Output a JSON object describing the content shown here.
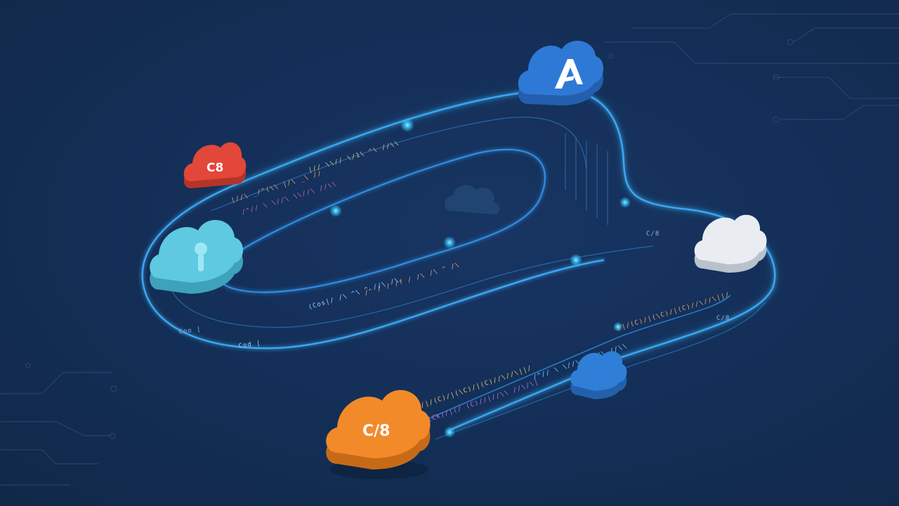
{
  "scene": {
    "background": "#132a4d",
    "track_color": "#2f8ee0",
    "glow_color": "#37c8ff"
  },
  "clouds": [
    {
      "id": "cloud-red",
      "label": "C8",
      "color": "#e2473a",
      "shade": "#b63328"
    },
    {
      "id": "cloud-blue-top",
      "label": "",
      "icon": "a-logo-icon",
      "color": "#2f79d6",
      "shade": "#235fae"
    },
    {
      "id": "cloud-cyan",
      "label": "",
      "icon": "pin-icon",
      "color": "#5ec9e0",
      "shade": "#3da2ba"
    },
    {
      "id": "cloud-white",
      "label": "",
      "color": "#e9edf2",
      "shade": "#b9c1cc"
    },
    {
      "id": "cloud-blue-small",
      "label": "",
      "color": "#2f7fd8",
      "shade": "#2360ac"
    },
    {
      "id": "cloud-orange",
      "label": "C/8",
      "color": "#f28a2a",
      "shade": "#c76a17"
    },
    {
      "id": "cloud-faint-center",
      "label": "",
      "color": "#2a5a86",
      "shade": "#22496d"
    }
  ],
  "code_text": {
    "upper_a": "|//\\ _/^(\\\\ |/\\ _\\ //",
    "upper_b": "/^// \\ \\//\\ \\\\//\\ //\\\\",
    "upper_c": "|// \\\\// \\/1\\ ^\\ //\\\\",
    "mid_a": "(Cos|/ /\\ ^\\ ^ //\\ /\\",
    "mid_b": "/^ / / /f / /\\ /\\ ^ /\\",
    "lower_a": "/|/(C)/|(\\C)/|(C)//\\//\\||/",
    "lower_b": "(Ck)/|(/ (C)//|//\\\\ //\\/\\|",
    "left_a": "Cod |",
    "left_b": "Coo |",
    "right_a": "C/8",
    "right_b": "C/8"
  }
}
